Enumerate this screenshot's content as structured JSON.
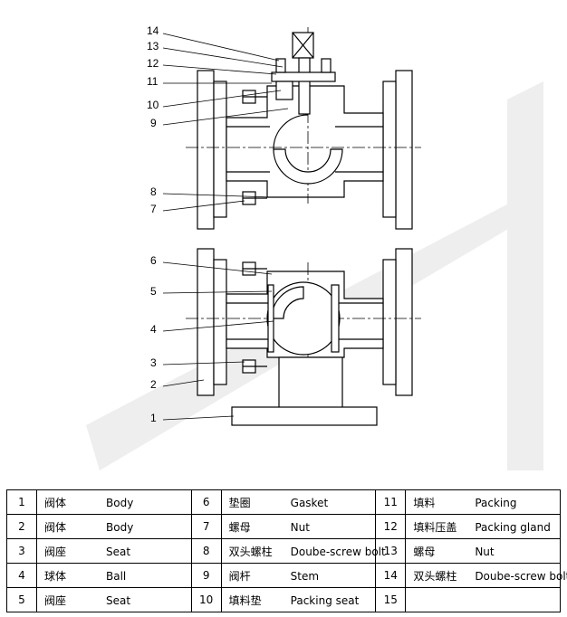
{
  "callouts": [
    "1",
    "2",
    "3",
    "4",
    "5",
    "6",
    "7",
    "8",
    "9",
    "10",
    "11",
    "12",
    "13",
    "14"
  ],
  "table": {
    "rows": [
      [
        {
          "no": "1",
          "cn": "阀体",
          "en": "Body"
        },
        {
          "no": "6",
          "cn": "垫圈",
          "en": "Gasket"
        },
        {
          "no": "11",
          "cn": "填料",
          "en": "Packing"
        }
      ],
      [
        {
          "no": "2",
          "cn": "阀体",
          "en": "Body"
        },
        {
          "no": "7",
          "cn": "螺母",
          "en": "Nut"
        },
        {
          "no": "12",
          "cn": "填料压盖",
          "en": "Packing gland"
        }
      ],
      [
        {
          "no": "3",
          "cn": "阀座",
          "en": "Seat"
        },
        {
          "no": "8",
          "cn": "双头螺柱",
          "en": "Doube-screw bolt"
        },
        {
          "no": "13",
          "cn": "螺母",
          "en": "Nut"
        }
      ],
      [
        {
          "no": "4",
          "cn": "球体",
          "en": "Ball"
        },
        {
          "no": "9",
          "cn": "阀杆",
          "en": "Stem"
        },
        {
          "no": "14",
          "cn": "双头螺柱",
          "en": "Doube-screw bolt"
        }
      ],
      [
        {
          "no": "5",
          "cn": "阀座",
          "en": "Seat"
        },
        {
          "no": "10",
          "cn": "填料垫",
          "en": "Packing seat"
        },
        {
          "no": "15",
          "cn": "",
          "en": ""
        }
      ]
    ]
  }
}
